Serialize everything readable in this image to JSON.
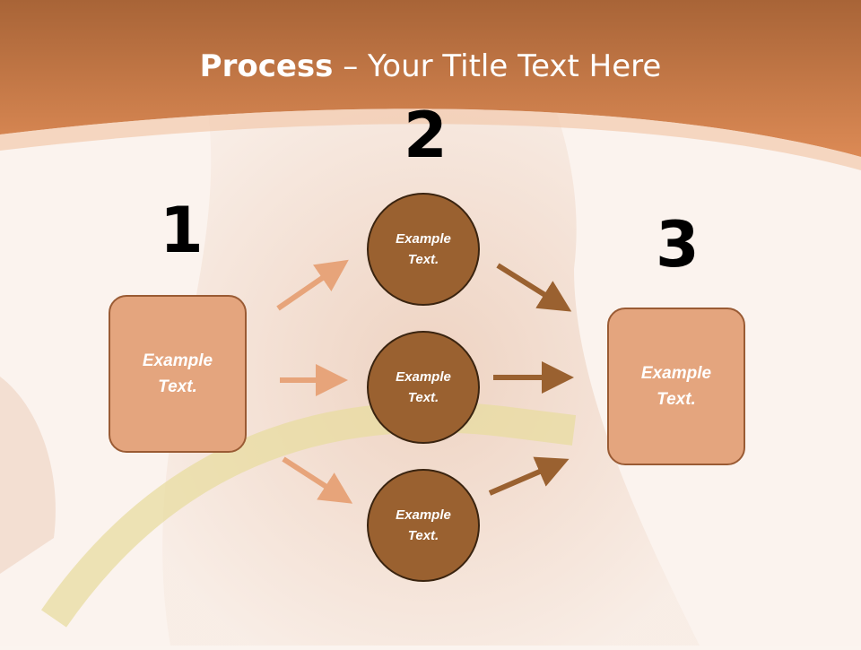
{
  "title": {
    "bold": "Process",
    "dash": " – ",
    "rest": "Your Title Text Here"
  },
  "steps": [
    {
      "number": "1",
      "label": "Example Text."
    },
    {
      "number": "2",
      "label": "Example Text."
    },
    {
      "number": "3",
      "label": "Example Text."
    }
  ],
  "circles": [
    {
      "label": "Example Text."
    },
    {
      "label": "Example Text."
    },
    {
      "label": "Example Text."
    }
  ],
  "colors": {
    "header": "#c9743f",
    "box_fill": "#e4a57e",
    "circle_fill": "#9a6130",
    "arrow_light": "#e7a47a",
    "arrow_dark": "#9a6130"
  }
}
